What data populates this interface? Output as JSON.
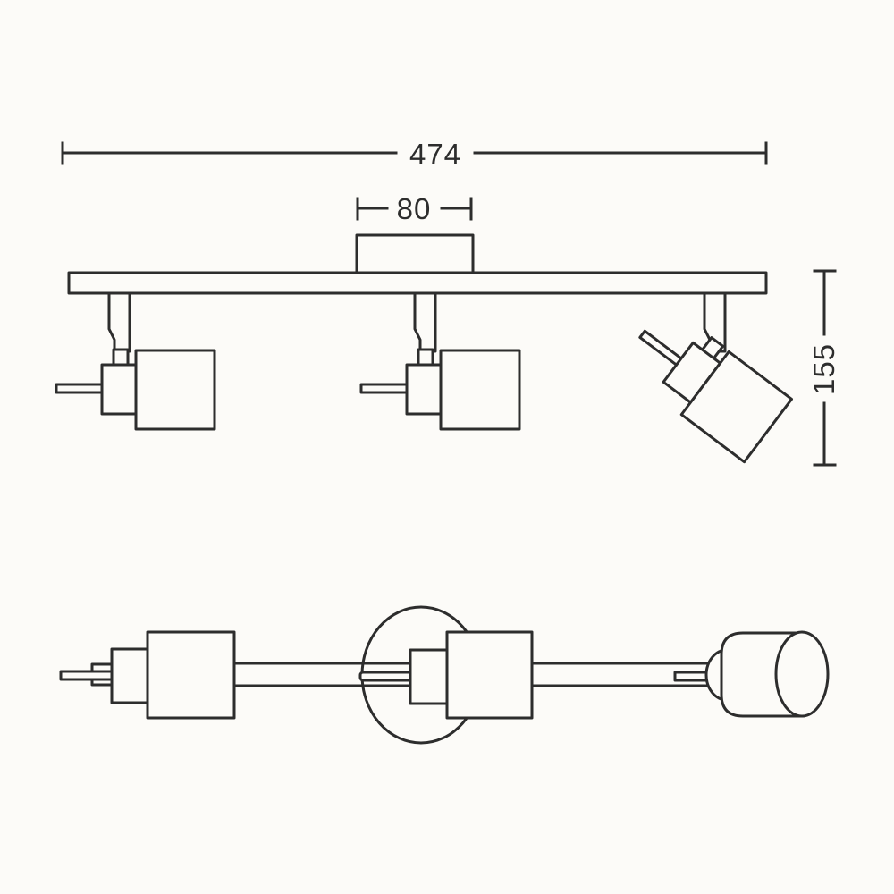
{
  "colors": {
    "line": "#2d2d2d",
    "background": "#fcfbf8"
  },
  "dimensions": {
    "overall_width": "474",
    "canopy_width": "80",
    "fixture_height": "155"
  }
}
